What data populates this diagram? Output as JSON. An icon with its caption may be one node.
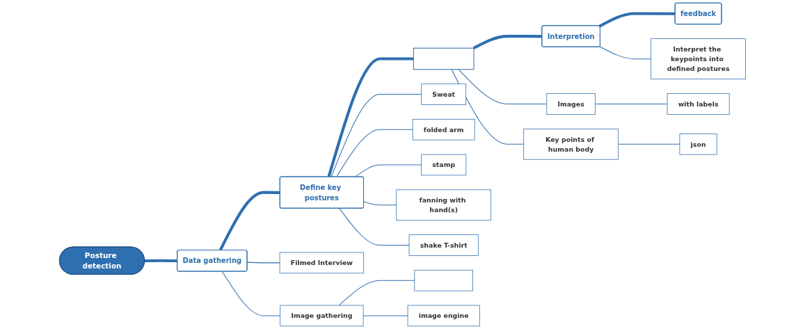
{
  "diagram": {
    "nodes": [
      {
        "text": [
          "Posture detection"
        ]
      },
      {
        "text": [
          "Data gathering"
        ]
      },
      {
        "text": [
          "Define key postures"
        ]
      },
      {
        "text": [],
        "shape": "box"
      },
      {
        "text": [
          "Interpretion"
        ]
      },
      {
        "text": [
          "feedback"
        ]
      },
      {
        "text": [
          "Filmed Interview"
        ]
      },
      {
        "text": [
          "Image gathering"
        ]
      },
      {
        "text": [],
        "shape": "box"
      },
      {
        "text": [
          "image engine"
        ]
      },
      {
        "text": [
          "Sweat"
        ]
      },
      {
        "text": [
          "folded arm"
        ]
      },
      {
        "text": [
          "stamp"
        ]
      },
      {
        "text": [
          "fanning with hand(s)"
        ]
      },
      {
        "text": [
          "shake T-shirt"
        ]
      },
      {
        "text": [
          "Images"
        ]
      },
      {
        "text": [
          "with labels"
        ]
      },
      {
        "text": [
          "Key points of human body"
        ]
      },
      {
        "text": [
          "json"
        ]
      },
      {
        "text": [
          "Interpret the keypoints into defined postures"
        ]
      }
    ],
    "edges": [
      {
        "from": 0,
        "to": 1,
        "arrow": "none",
        "style": "thick"
      },
      {
        "from": 1,
        "to": 2,
        "arrow": "none",
        "style": "thick"
      },
      {
        "from": 2,
        "to": 3,
        "arrow": "none",
        "style": "thick"
      },
      {
        "from": 3,
        "to": 4,
        "arrow": "none",
        "style": "thick"
      },
      {
        "from": 4,
        "to": 5,
        "arrow": "none",
        "style": "thick"
      },
      {
        "from": 1,
        "to": 6,
        "arrow": "none"
      },
      {
        "from": 1,
        "to": 7,
        "arrow": "none"
      },
      {
        "from": 7,
        "to": 8,
        "arrow": "none"
      },
      {
        "from": 7,
        "to": 9,
        "arrow": "none"
      },
      {
        "from": 2,
        "to": 10,
        "arrow": "none"
      },
      {
        "from": 2,
        "to": 11,
        "arrow": "none"
      },
      {
        "from": 2,
        "to": 12,
        "arrow": "none"
      },
      {
        "from": 2,
        "to": 13,
        "arrow": "none"
      },
      {
        "from": 2,
        "to": 14,
        "arrow": "none"
      },
      {
        "from": 3,
        "to": 15,
        "arrow": "none"
      },
      {
        "from": 15,
        "to": 16,
        "arrow": "none"
      },
      {
        "from": 3,
        "to": 17,
        "arrow": "none"
      },
      {
        "from": 17,
        "to": 18,
        "arrow": "none"
      },
      {
        "from": 4,
        "to": 19,
        "arrow": "none"
      }
    ]
  }
}
